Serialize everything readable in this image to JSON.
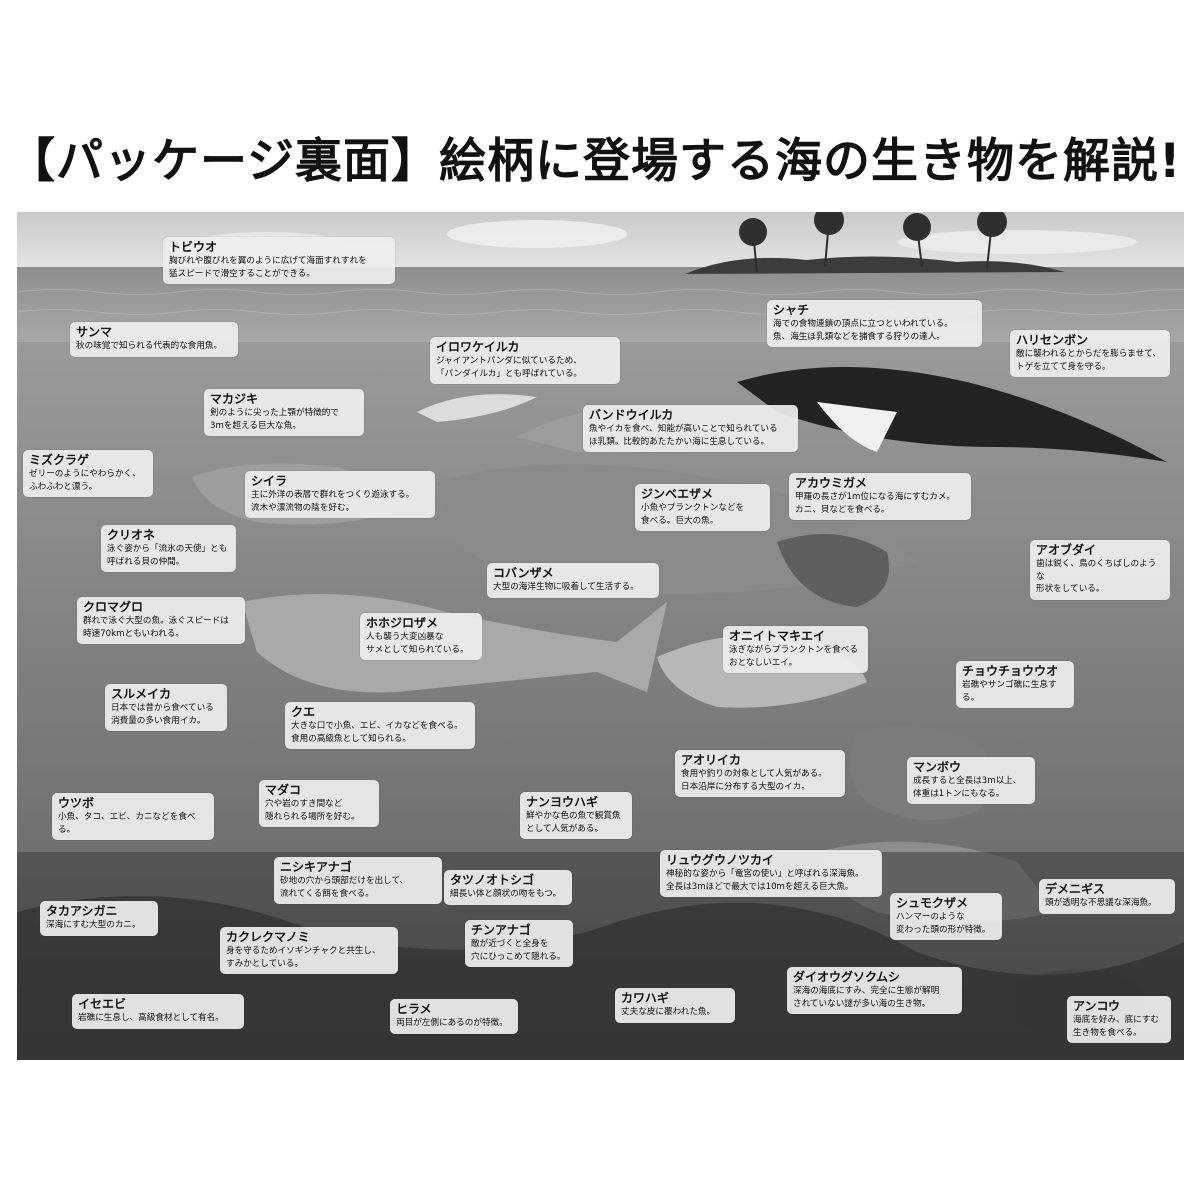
{
  "page": {
    "title": "【パッケージ裏面】絵柄に登場する海の生き物を解説!"
  },
  "creatures": [
    {
      "id": "tobiuo",
      "name": "トビウオ",
      "desc": "胸びれや腹びれを翼のように広げて海面すれすれを\n猛スピードで滑空することができる。"
    },
    {
      "id": "sanma",
      "name": "サンマ",
      "desc": "秋の味覚で知られる代表的な食用魚。"
    },
    {
      "id": "iruwakeiruka",
      "name": "イロワケイルカ",
      "desc": "ジャイアントパンダに似ているため、\n「パンダイルカ」とも呼ばれている。"
    },
    {
      "id": "shachi",
      "name": "シャチ",
      "desc": "海での食物連鎖の頂点に立つといわれている。\n魚、海生ほ乳類などを捕食する狩りの達人。"
    },
    {
      "id": "harisenbon",
      "name": "ハリセンボン",
      "desc": "敵に襲われるとからだを膨らませて、\nトゲを立てて身を守る。"
    },
    {
      "id": "makajiki",
      "name": "マカジキ",
      "desc": "剣のように尖った上顎が特徴的で\n3mを超える巨大な魚。"
    },
    {
      "id": "bandouiruka",
      "name": "バンドウイルカ",
      "desc": "魚やイカを食べ、知能が高いことで知られている\nほ乳類。比較的あたたかい海に生息している。"
    },
    {
      "id": "mizukurage",
      "name": "ミズクラゲ",
      "desc": "ゼリーのようにやわらかく、\nふわふわと漂う。"
    },
    {
      "id": "shiira",
      "name": "シイラ",
      "desc": "主に外洋の表層で群れをつくり遊泳する。\n流木や漂流物の陰を好む。"
    },
    {
      "id": "jinbeezame",
      "name": "ジンベエザメ",
      "desc": "小魚やプランクトンなどを\n食べる。巨大の魚。"
    },
    {
      "id": "akaumigame",
      "name": "アカウミガメ",
      "desc": "甲羅の長さが1m位になる海にすむカメ。\nカニ、貝などを食べる。"
    },
    {
      "id": "clione",
      "name": "クリオネ",
      "desc": "泳ぐ姿から「流氷の天使」とも\n呼ばれる貝の仲間。"
    },
    {
      "id": "aobudai",
      "name": "アオブダイ",
      "desc": "歯は鋭く、鳥のくちばしのような\n形状をしている。"
    },
    {
      "id": "kobanzame",
      "name": "コバンザメ",
      "desc": "大型の海洋生物に吸着して生活する。"
    },
    {
      "id": "kuromaguro",
      "name": "クロマグロ",
      "desc": "群れで泳ぐ大型の魚。泳ぐスピードは\n時速70kmともいわれる。"
    },
    {
      "id": "hohojirozame",
      "name": "ホホジロザメ",
      "desc": "人も襲う大変凶暴な\nサメとして知られている。"
    },
    {
      "id": "oniitomakiei",
      "name": "オニイトマキエイ",
      "desc": "泳ぎながらプランクトンを食べる\nおとなしいエイ。"
    },
    {
      "id": "surumeika",
      "name": "スルメイカ",
      "desc": "日本では昔から食べている\n消費量の多い食用イカ。"
    },
    {
      "id": "chouchouuo",
      "name": "チョウチョウウオ",
      "desc": "岩礁やサンゴ礁に生息する。"
    },
    {
      "id": "kue",
      "name": "クエ",
      "desc": "大きな口で小魚、エビ、イカなどを食べる。\n食用の高級魚として知られる。"
    },
    {
      "id": "aoriika",
      "name": "アオリイカ",
      "desc": "食用や釣りの対象として人気がある。\n日本沿岸に分布する大型のイカ。"
    },
    {
      "id": "manbou",
      "name": "マンボウ",
      "desc": "成長すると全長は3m以上、\n体重は1トンにもなる。"
    },
    {
      "id": "madako",
      "name": "マダコ",
      "desc": "穴や岩のすき間など\n隠れられる場所を好む。"
    },
    {
      "id": "utsubo",
      "name": "ウツボ",
      "desc": "小魚、タコ、エビ、カニなどを食べる。"
    },
    {
      "id": "nanyouhagi",
      "name": "ナンヨウハギ",
      "desc": "鮮やかな色の魚で観賞魚\nとして人気がある。"
    },
    {
      "id": "ryuuguunotsukai",
      "name": "リュウグウノツカイ",
      "desc": "神秘的な姿から「竜宮の使い」と呼ばれる深海魚。\n全長は3mほどで最大では10mを超える巨大魚。"
    },
    {
      "id": "nishikianago",
      "name": "ニシキアナゴ",
      "desc": "砂地の穴から頭部だけを出して、\n流れてくる餌を食べる。"
    },
    {
      "id": "tatsunootoshigo",
      "name": "タツノオトシゴ",
      "desc": "細長い体と顔状の吻をもつ。"
    },
    {
      "id": "demenigisu",
      "name": "デメニギス",
      "desc": "頭が透明な不思議な深海魚。"
    },
    {
      "id": "shumokuzame",
      "name": "シュモクザメ",
      "desc": "ハンマーのような\n変わった頭の形が特徴。"
    },
    {
      "id": "takaashigani",
      "name": "タカアシガニ",
      "desc": "深海にすむ大型のカニ。"
    },
    {
      "id": "kakurekumanomi",
      "name": "カクレクマノミ",
      "desc": "身を守るためイソギンチャクと共生し、\nすみかとしている。"
    },
    {
      "id": "chinanago",
      "name": "チンアナゴ",
      "desc": "敵が近づくと全身を\n穴にひっこめて隠れる。"
    },
    {
      "id": "daiougusokumushi",
      "name": "ダイオウグソクムシ",
      "desc": "深海の海底にすみ、完全に生態が解明\nされていない謎が多い海の生き物。"
    },
    {
      "id": "ise-ebi",
      "name": "イセエビ",
      "desc": "岩礁に生息し、高級食材として有名。"
    },
    {
      "id": "hirame",
      "name": "ヒラメ",
      "desc": "両目が左側にあるのが特徴。"
    },
    {
      "id": "kawahagi",
      "name": "カワハギ",
      "desc": "丈夫な皮に覆われた魚。"
    },
    {
      "id": "ankou",
      "name": "アンコウ",
      "desc": "海底を好み、底にすむ\n生き物を食べる。"
    }
  ]
}
